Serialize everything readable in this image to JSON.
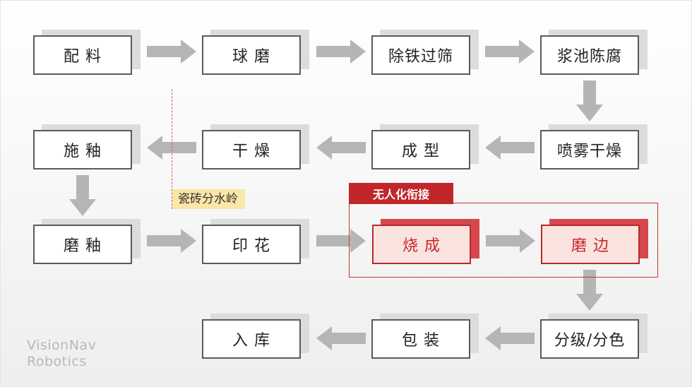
{
  "steps": {
    "peiliao": "配 料",
    "qiumo": "球 磨",
    "chutie": "除铁过筛",
    "jiangchi": "浆池陈腐",
    "shiyou": "施 釉",
    "ganzao": "干 燥",
    "chengxing": "成 型",
    "penwu": "喷雾干燥",
    "moyou": "磨 釉",
    "yinhua": "印 花",
    "shaocheng": "烧 成",
    "mobian": "磨 边",
    "ruku": "入 库",
    "baozhuang": "包 装",
    "fenji": "分级/分色"
  },
  "annotations": {
    "watershed_label": "瓷砖分水岭",
    "automation_label": "无人化衔接"
  },
  "watermark": {
    "line1": "VisionNav",
    "line2": "Robotics"
  },
  "colors": {
    "arrow": "#b5b5b5",
    "highlight_red": "#c0262a",
    "note_yellow": "#fae6a8"
  }
}
